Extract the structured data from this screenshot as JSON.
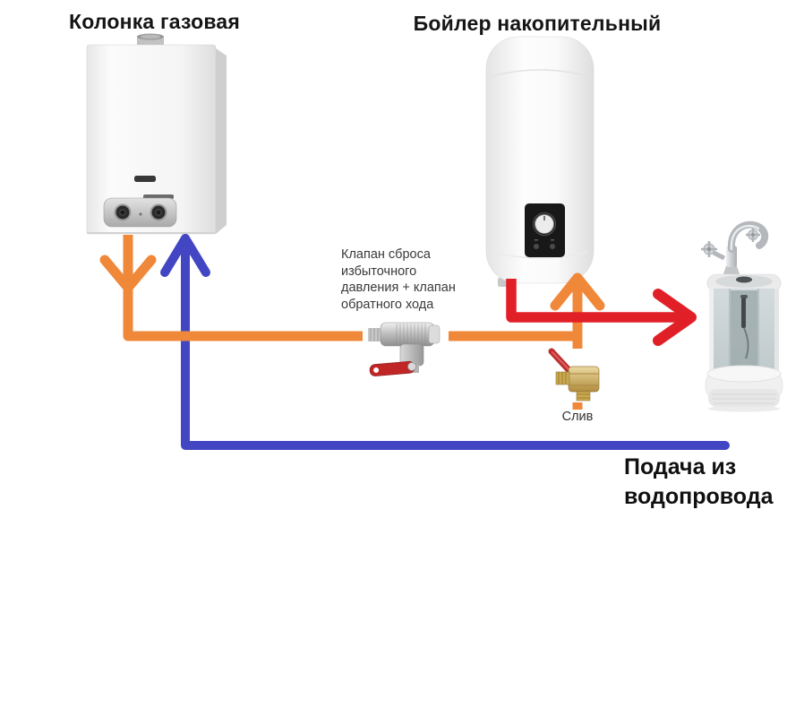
{
  "titles": {
    "gas_heater": "Колонка газовая",
    "boiler": "Бойлер накопительный"
  },
  "labels": {
    "relief_valve": "Клапан сброса избыточного давления + клапан обратного хода",
    "drain": "Слив",
    "supply_line1": "Подача из",
    "supply_line2": "водопровода"
  },
  "colors": {
    "cold_water_pipe": "#4246c3",
    "warm_water_pipe": "#f0883a",
    "hot_water_pipe": "#e11f26"
  },
  "figures": {
    "gas_heater": "gas-water-heater-photo",
    "boiler": "storage-boiler-photo",
    "relief_valve": "safety-relief-valve-photo",
    "drain_valve": "drain-ball-valve-photo",
    "faucet": "faucet-photo",
    "shower": "shower-cabin-photo"
  }
}
